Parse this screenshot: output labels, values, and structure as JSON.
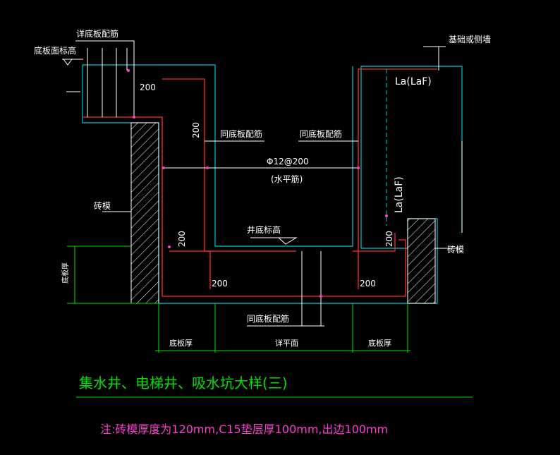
{
  "labels": {
    "detail_rebar": "详底板配筋",
    "slab_top_elev": "底板面标高",
    "foundation_wall": "基础或侧墙",
    "la_top": "La(LaF)",
    "la_side": "La(LaF)",
    "same_rebar_left": "同底板配筋",
    "same_rebar_right": "同底板配筋",
    "same_rebar_bottom": "同底板配筋",
    "rebar_spec": "Φ12@200",
    "rebar_type": "(水平筋)",
    "brick_mold_left": "砖模",
    "brick_mold_right": "砖模",
    "pit_bottom_elev": "井底标高",
    "slab_thickness_vertical": "底板厚"
  },
  "dims": {
    "d200_top": "200",
    "d200_left_vert": "200",
    "d200_left_lower": "200",
    "d200_right_lower": "200",
    "d200_bottom_left": "200",
    "d200_bottom_right": "200",
    "slab_thk_left": "底板厚",
    "plan_view": "详平面",
    "slab_thk_right": "底板厚"
  },
  "title": "集水井、电梯井、吸水坑大样(三)",
  "note": "注:砖模厚度为120mm,C15垫层厚100mm,出边100mm",
  "colors": {
    "concrete_outline": "#00c8d8",
    "rebar": "#ff2a2a",
    "dimension": "#00e000",
    "note": "#ff3cd2"
  }
}
